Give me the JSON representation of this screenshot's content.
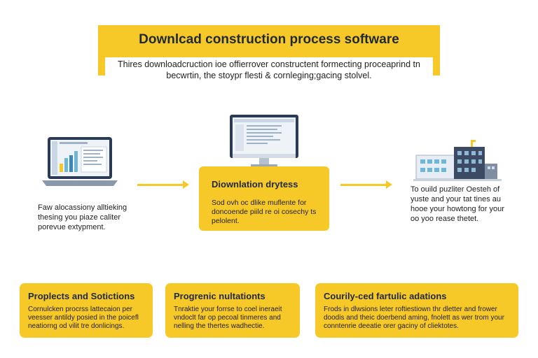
{
  "header": {
    "title": "Downlcad construction process software",
    "subtitle": "Thires downloadcruction ioe offierrover constructent formecting proceaprind tn becwrtin, the stoypr flesti & cornleging;gacing stolvel."
  },
  "flow": {
    "left_node_text": "Faw alocassiony alltieking thesing you piaze caliter porevue extypment.",
    "center_title": "Diownlation drytess",
    "center_body": "Sod ovh oc dlike muflente for doncoende piild re oi cosechy ts pelolent.",
    "right_node_text": "To ouild puzliter Oesteh of yuste and your tat tines au hooe your howtong for your oo yoo rease thetet."
  },
  "cards": [
    {
      "title": "Proplects and Sotictions",
      "body": "Cornulcken procrss lattecaion per veesser antildy posied in the poicefl neatiorng od vilit tre donlicings."
    },
    {
      "title": "Progrenic nultationts",
      "body": "Tnraktie your forrse to coel ineraeit vndoclt far op pecoal tinmeres and nelling the thertes wadhectie."
    },
    {
      "title": "Courily-ced fartulic adations",
      "body": "Frods in dlwsions leter roftiestiown thr dletter and frower doodis and theic doerbend aming, fnolett as wer trom your conntenrie deeatie orer gaciny of cliektotes."
    }
  ],
  "colors": {
    "accent": "#f7c928",
    "text": "#1f2937"
  }
}
